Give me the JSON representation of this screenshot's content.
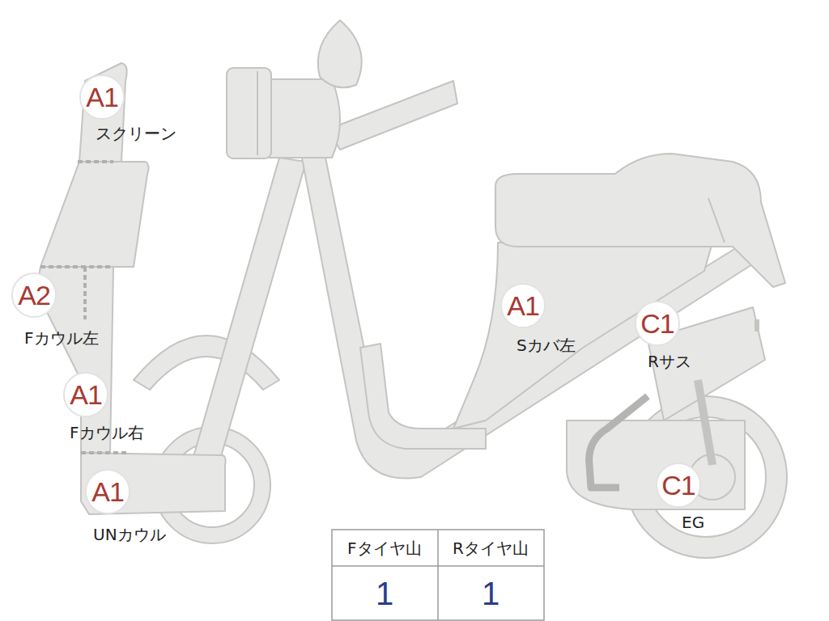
{
  "diagram": {
    "nodes": [
      {
        "text": [
          "A1",
          "スクリーン"
        ]
      },
      {
        "text": [
          "A2",
          "Fカウル左"
        ]
      },
      {
        "text": [
          "A1",
          "Fカウル右"
        ]
      },
      {
        "text": [
          "A1",
          "UNカウル"
        ]
      },
      {
        "text": [
          "A1",
          "Sカバ左"
        ]
      },
      {
        "text": [
          "C1",
          "Rサス"
        ]
      },
      {
        "text": [
          "C1",
          "EG"
        ]
      }
    ],
    "edges": [],
    "labels": [
      "Fタイヤ山",
      "Rタイヤ山",
      "1",
      "1"
    ]
  }
}
